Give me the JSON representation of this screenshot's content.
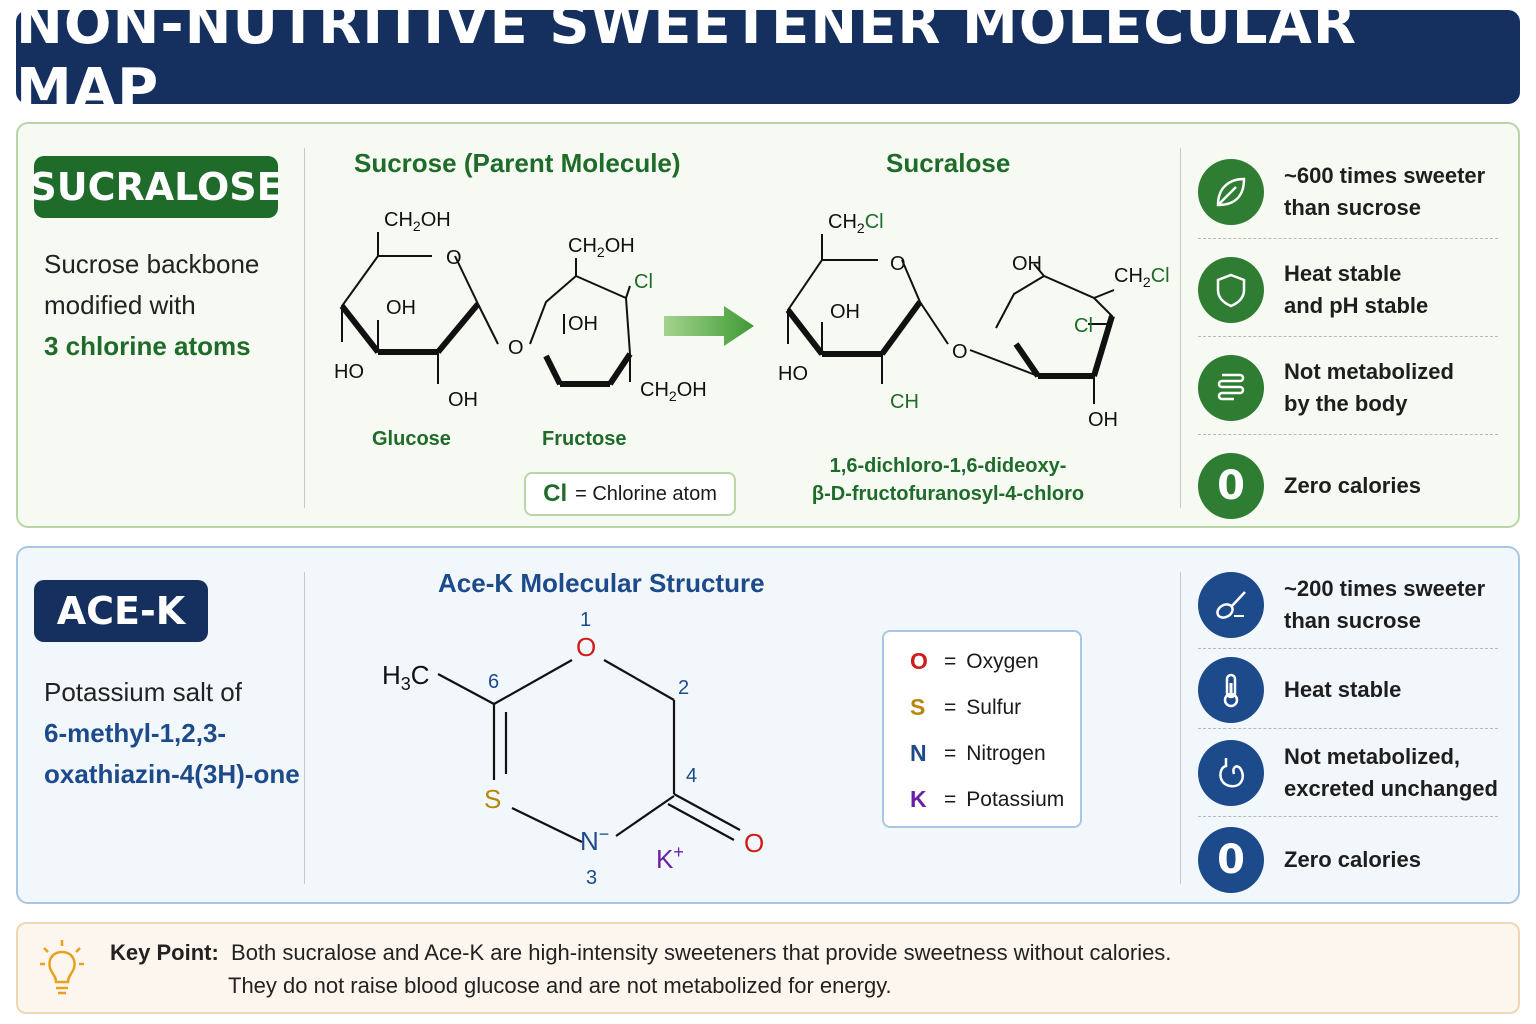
{
  "title": "NON-NUTRITIVE SWEETENER MOLECULAR MAP",
  "sucralose": {
    "badge": "SUCRALOSE",
    "desc_line1": "Sucrose backbone",
    "desc_line2": "modified with",
    "desc_accent": "3 chlorine atoms",
    "parent_heading": "Sucrose (Parent Molecule)",
    "product_heading": "Sucralose",
    "glucose_label": "Glucose",
    "fructose_label": "Fructose",
    "legend_symbol": "Cl",
    "legend_text": "=  Chlorine atom",
    "iupac_line1": "1,6-dichloro-1,6-dideoxy-",
    "iupac_line2": "β-D-fructofuranosyl-4-chloro",
    "facts": [
      {
        "icon": "leaf-icon",
        "line1": "~600 times sweeter",
        "line2": "than sucrose"
      },
      {
        "icon": "shield-icon",
        "line1": "Heat stable",
        "line2": "and pH stable"
      },
      {
        "icon": "intestine-icon",
        "line1": "Not metabolized",
        "line2": "by the body"
      },
      {
        "icon": "zero-icon",
        "symbol": "0",
        "line1": "Zero calories",
        "line2": ""
      }
    ]
  },
  "acek": {
    "badge": "ACE-K",
    "desc_line1": "Potassium salt of",
    "desc_accent1": "6-methyl-1,2,3-",
    "desc_accent2": "oxathiazin-4(3H)-one",
    "heading": "Ace-K Molecular Structure",
    "legend": [
      {
        "symbol": "O",
        "name": "Oxygen",
        "color": "#d01c1c"
      },
      {
        "symbol": "S",
        "name": "Sulfur",
        "color": "#b8860b"
      },
      {
        "symbol": "N",
        "name": "Nitrogen",
        "color": "#1d4a8a"
      },
      {
        "symbol": "K",
        "name": "Potassium",
        "color": "#6a1fa8"
      }
    ],
    "facts": [
      {
        "icon": "spoon-icon",
        "line1": "~200 times sweeter",
        "line2": "than sucrose"
      },
      {
        "icon": "thermometer-icon",
        "line1": "Heat stable",
        "line2": ""
      },
      {
        "icon": "stomach-icon",
        "line1": "Not metabolized,",
        "line2": "excreted unchanged"
      },
      {
        "icon": "zero-icon",
        "symbol": "0",
        "line1": "Zero calories",
        "line2": ""
      }
    ]
  },
  "keypoint": {
    "label": "Key Point:",
    "line1": "Both sucralose and Ace-K are high-intensity sweeteners that provide sweetness without calories.",
    "line2": "They do not raise blood glucose and are not metabolized for energy."
  },
  "colors": {
    "navy": "#15305f",
    "green": "#1f6b2a",
    "blue": "#1d4a8a",
    "oxygen": "#d01c1c",
    "sulfur": "#b8860b",
    "potassium": "#6a1fa8"
  }
}
